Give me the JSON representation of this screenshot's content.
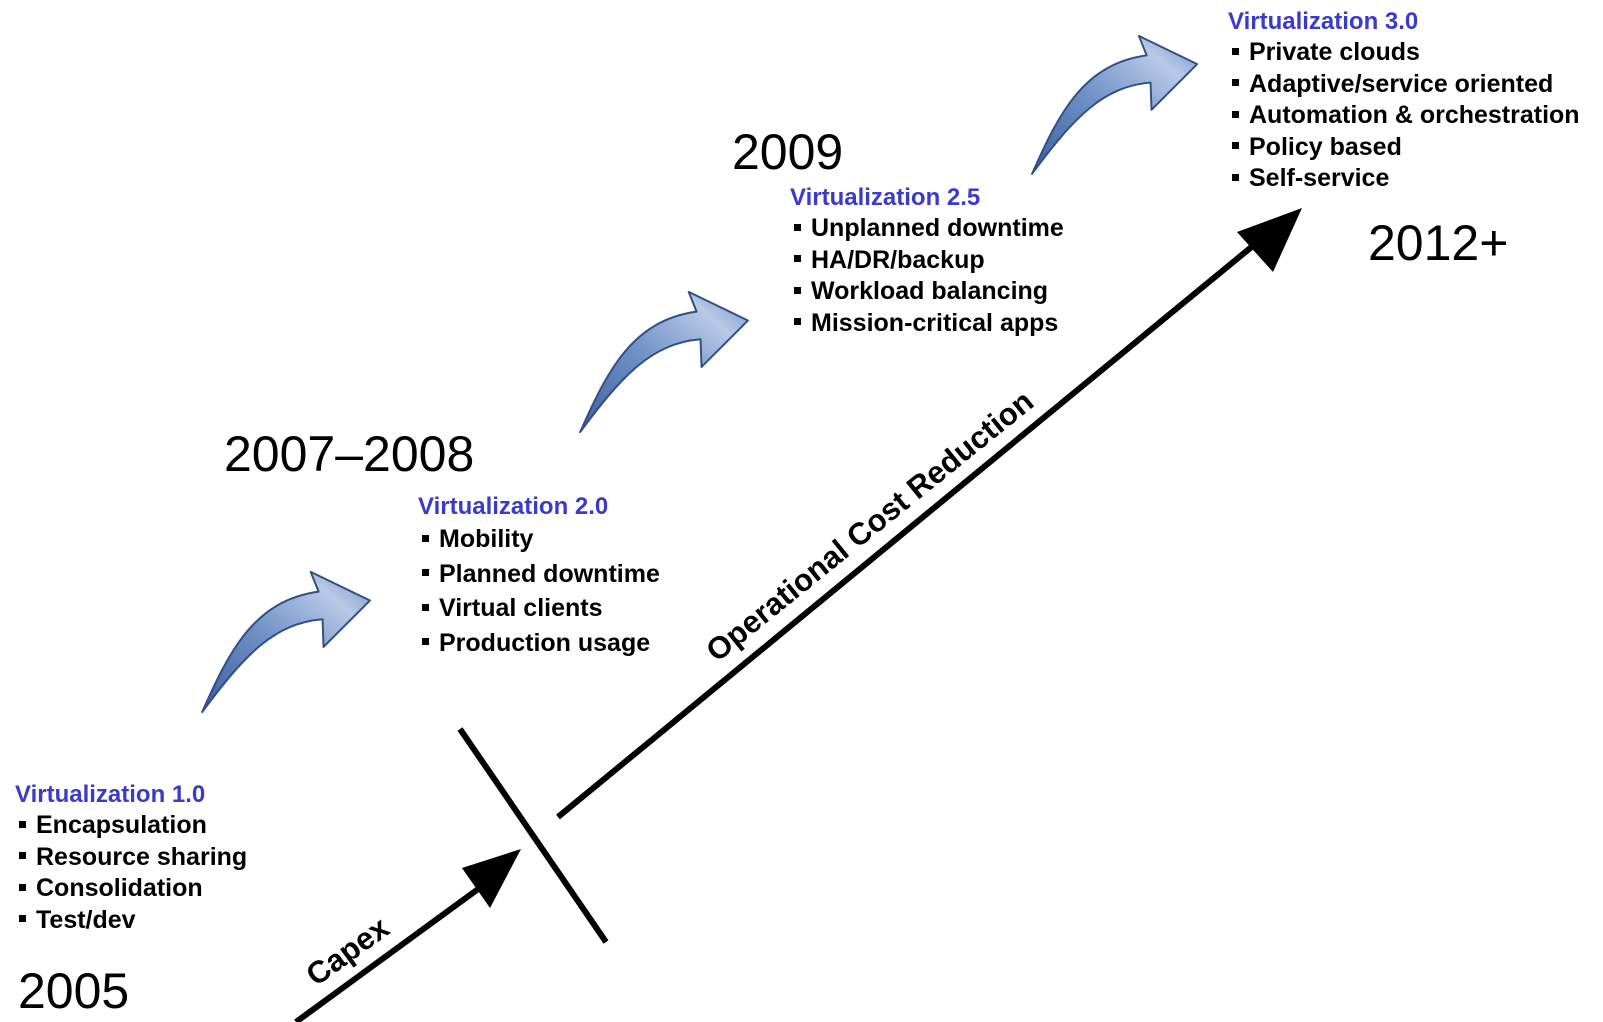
{
  "years": {
    "y2005": "2005",
    "y2007": "2007–2008",
    "y2009": "2009",
    "y2012": "2012+"
  },
  "stages": [
    {
      "title": "Virtualization 1.0",
      "items": [
        "Encapsulation",
        "Resource sharing",
        "Consolidation",
        "Test/dev"
      ]
    },
    {
      "title": "Virtualization 2.0",
      "items": [
        "Mobility",
        "Planned downtime",
        "Virtual clients",
        "Production usage"
      ]
    },
    {
      "title": "Virtualization 2.5",
      "items": [
        "Unplanned downtime",
        "HA/DR/backup",
        "Workload balancing",
        "Mission-critical apps"
      ]
    },
    {
      "title": "Virtualization 3.0",
      "items": [
        "Private clouds",
        "Adaptive/service oriented",
        "Automation & orchestration",
        "Policy based",
        "Self-service"
      ]
    }
  ],
  "axis": {
    "capex_label": "Capex",
    "opex_label": "Operational Cost Reduction"
  },
  "colors": {
    "stage_title": "#3a3acb",
    "text": "#000000",
    "curved_arrow_light": "#b7c9e6",
    "curved_arrow_mid": "#6f8fc6",
    "curved_arrow_dark": "#3d5f9c"
  },
  "icons": {
    "progress_arrow": "curved-arrow-icon",
    "timeline_arrow": "straight-arrow-icon"
  }
}
